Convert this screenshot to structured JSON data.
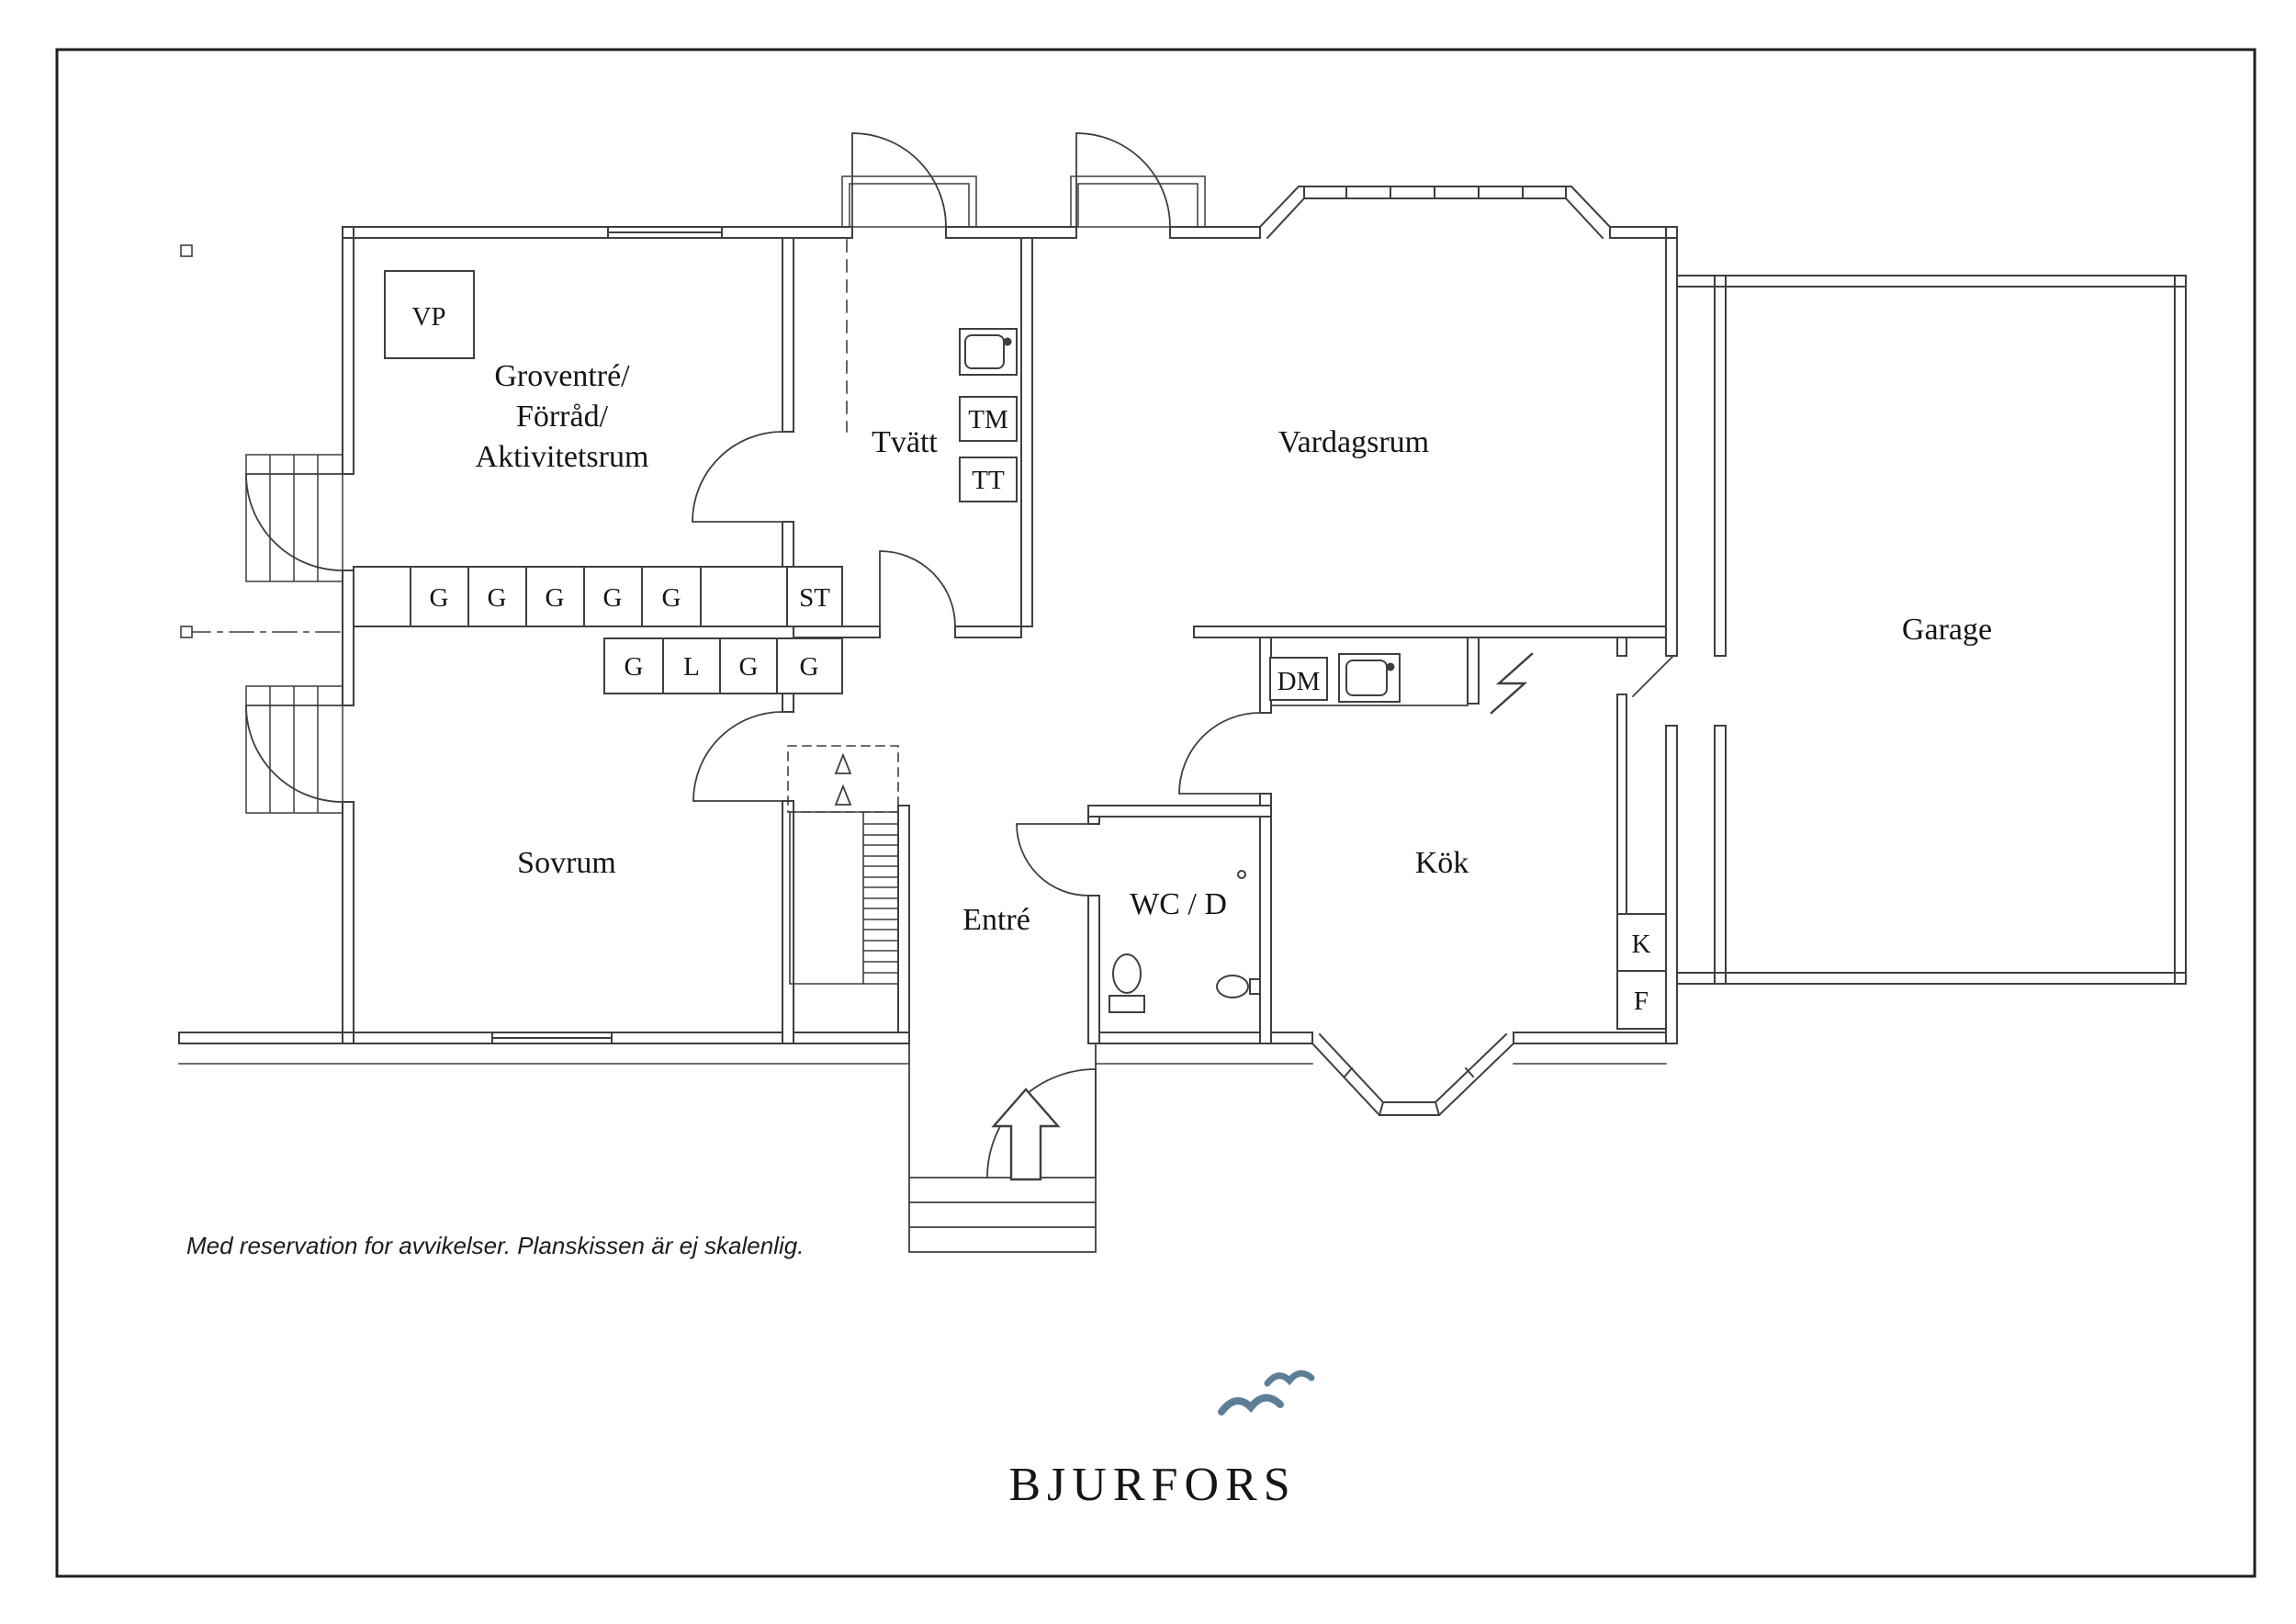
{
  "document": {
    "type": "floor-plan",
    "disclaimer": "Med reservation for avvikelser. Planskissen är ej skalenlig.",
    "brand": "BJURFORS"
  },
  "rooms": {
    "groventre": {
      "line1": "Groventré/",
      "line2": "Förråd/",
      "line3": "Aktivitetsrum"
    },
    "tvatt": "Tvätt",
    "vardagsrum": "Vardagsrum",
    "garage": "Garage",
    "sovrum": "Sovrum",
    "entre": "Entré",
    "wc": "WC / D",
    "kok": "Kök"
  },
  "fixtures": {
    "vp": "VP",
    "tm": "TM",
    "tt": "TT",
    "st": "ST",
    "dm": "DM",
    "fridge": "K",
    "freezer": "F"
  },
  "closets": {
    "row_top": [
      "G",
      "G",
      "G",
      "G",
      "G"
    ],
    "row_bottom": [
      "G",
      "L",
      "G",
      "G"
    ]
  },
  "colors": {
    "line": "#3f3f3f",
    "text": "#151515",
    "bird": "#5c7e97",
    "logo": "#2f2f2f"
  }
}
